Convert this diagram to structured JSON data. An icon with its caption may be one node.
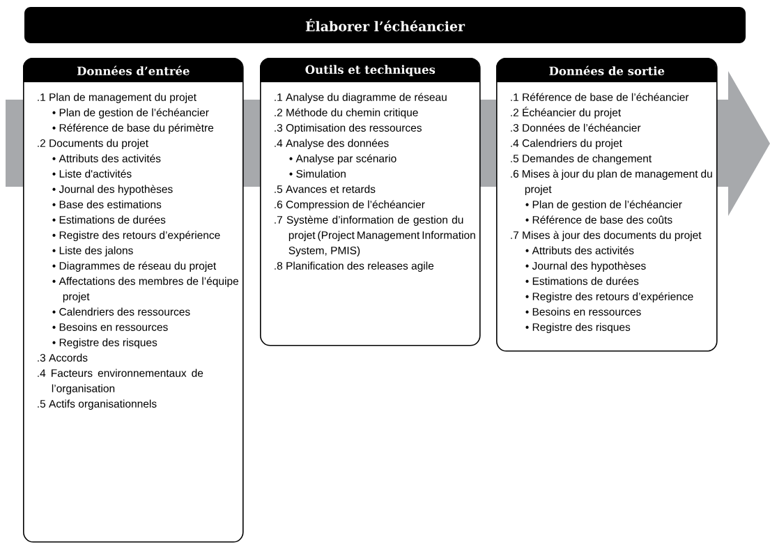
{
  "diagram": {
    "nodes": [
      {
        "text": [
          "Élaborer l’échéancier"
        ]
      },
      {
        "text": [
          "Données d’entrée",
          ".1 Plan de management du projet",
          "• Plan de gestion de l’échéancier",
          "• Référence de base du périmètre",
          ".2 Documents du projet",
          "• Attributs des activités",
          "• Liste d'activités",
          "• Journal des hypothèses",
          "• Base des estimations",
          "• Estimations de durées",
          "• Registre des retours d’expérience",
          "• Liste des jalons",
          "• Diagrammes de réseau du projet",
          "• Affectations des membres de l’équipe projet",
          "• Calendriers des ressources",
          "• Besoins en ressources",
          "• Registre des risques",
          ".3 Accords",
          ".4 Facteurs environnementaux de l’organisation",
          ".5 Actifs organisationnels"
        ]
      },
      {
        "text": [
          "Outils et techniques",
          ".1 Analyse du diagramme de réseau",
          ".2 Méthode du chemin critique",
          ".3 Optimisation des ressources",
          ".4 Analyse des données",
          "• Analyse par scénario",
          "• Simulation",
          ".5 Avances et retards",
          ".6 Compression de l’échéancier",
          ".7 Système d’information de gestion du projet (Project Management Information System, PMIS)",
          ".8 Planification des releases agile"
        ]
      },
      {
        "text": [
          "Données de sortie",
          ".1 Référence de base de l’échéancier",
          ".2 Échéancier du projet",
          ".3 Données de l’échéancier",
          ".4 Calendriers du projet",
          ".5 Demandes de changement",
          ".6 Mises à jour du plan de management du projet",
          "• Plan de gestion de l’échéancier",
          "• Référence de base des coûts",
          ".7 Mises à jour des documents du projet",
          "• Attributs des activités",
          "• Journal des hypothèses",
          "• Estimations de durées",
          "• Registre des retours d’expérience",
          "• Besoins en ressources",
          "• Registre des risques"
        ]
      }
    ]
  }
}
